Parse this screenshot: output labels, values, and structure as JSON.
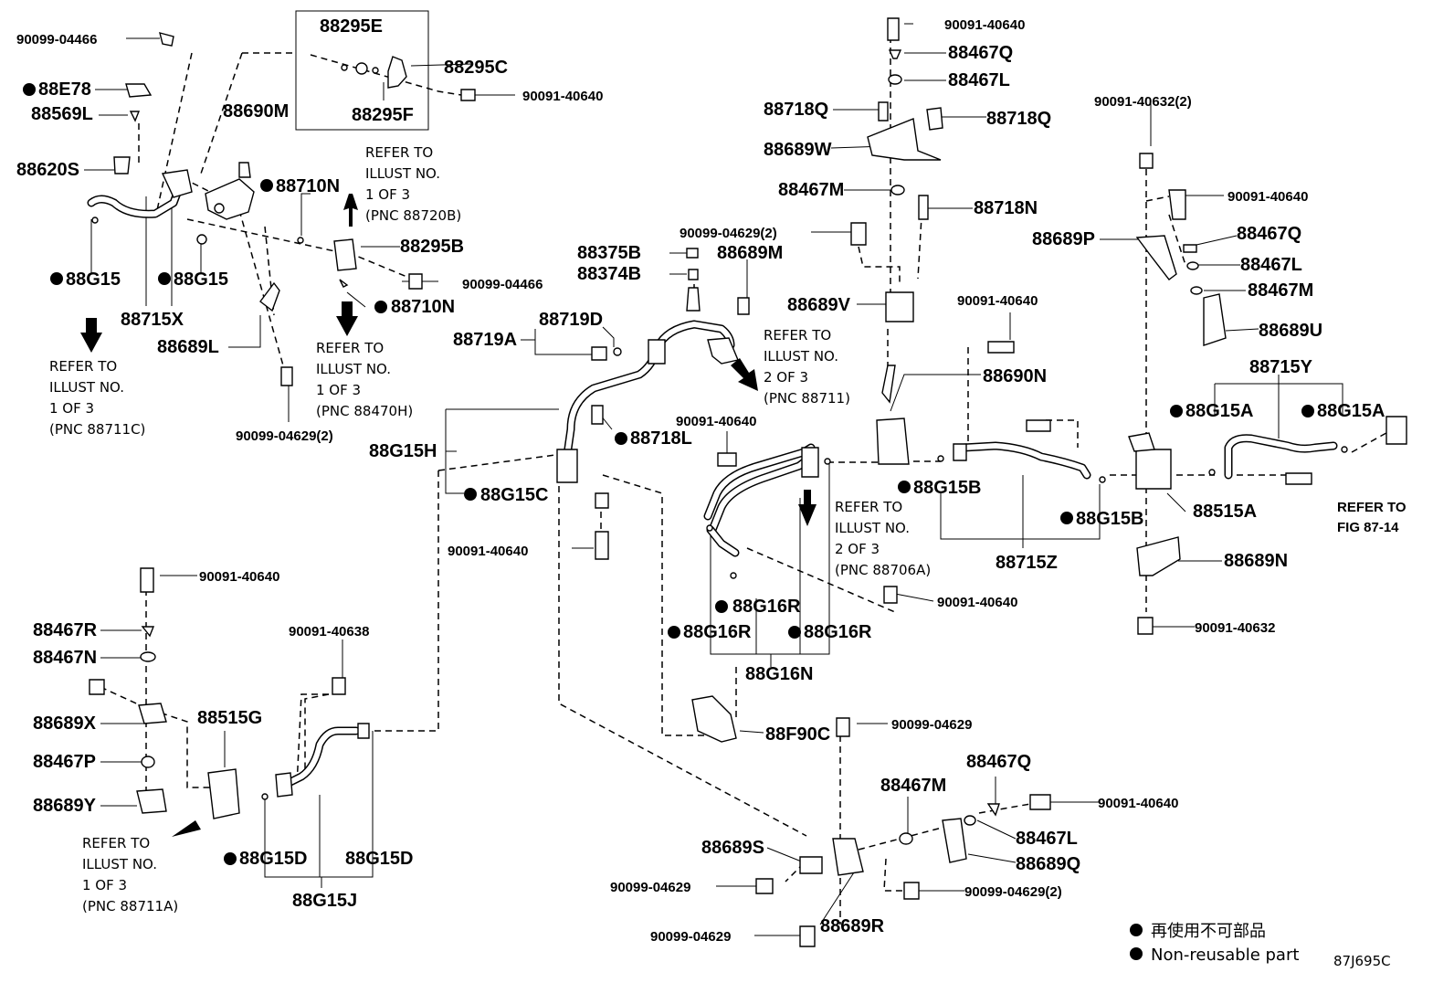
{
  "labels": {
    "l01": "90099-04466",
    "l02": "88295E",
    "l03": "88295C",
    "l04": "90091-40640",
    "l05": "88295F",
    "l06": "88E78",
    "l07": "88569L",
    "l08": "88690M",
    "l09": "88620S",
    "l10": "88710N",
    "l11": "88295B",
    "l12": "90099-04466",
    "l13": "88G15",
    "l14": "88G15",
    "l15": "88715X",
    "l16": "88710N",
    "l17": "88689L",
    "l18": "90099-04629(2)",
    "l19": "90091-40640",
    "l20": "88467Q",
    "l21": "88467L",
    "l22": "88718Q",
    "l23": "88718Q",
    "l24": "88689W",
    "l25": "88467M",
    "l26": "88718N",
    "l27": "90099-04629(2)",
    "l28": "88375B",
    "l29": "88374B",
    "l30": "88689M",
    "l31": "88689V",
    "l32": "88719D",
    "l33": "88719A",
    "l34": "90091-40640",
    "l35": "88690N",
    "l36": "90091-40632(2)",
    "l37": "90091-40640",
    "l38": "88689P",
    "l39": "88467Q",
    "l40": "88467L",
    "l41": "88467M",
    "l42": "88689U",
    "l43": "88715Y",
    "l44": "88G15A",
    "l45": "88G15A",
    "l46": "88G15H",
    "l47": "90091-40640",
    "l48": "88718L",
    "l49": "88G15C",
    "l50": "88G15B",
    "l51": "88515A",
    "l52": "88G15B",
    "l53": "88715Z",
    "l54": "88689N",
    "l55": "90091-40640",
    "l56": "90091-40640",
    "l57": "88G16R",
    "l58": "88G16R",
    "l59": "88G16R",
    "l60": "88G16N",
    "l61": "90091-40632",
    "l62": "90091-40640",
    "l63": "88467R",
    "l64": "88467N",
    "l65": "90091-40638",
    "l66": "88689X",
    "l67": "88515G",
    "l68": "88467P",
    "l69": "88689Y",
    "l70": "88F90C",
    "l71": "90099-04629",
    "l72": "88467Q",
    "l73": "88467M",
    "l74": "90091-40640",
    "l75": "88467L",
    "l76": "88689S",
    "l77": "88689Q",
    "l78": "90099-04629",
    "l79": "90099-04629(2)",
    "l80": "88G15D",
    "l81": "88G15D",
    "l82": "88G15J",
    "l83": "90099-04629",
    "l84": "88689R"
  },
  "refs": {
    "r1": [
      "REFER TO",
      "ILLUST NO.",
      "1 OF 3",
      "(PNC 88720B)"
    ],
    "r2": [
      "REFER TO",
      "ILLUST NO.",
      "1 OF 3",
      "(PNC 88711C)"
    ],
    "r3": [
      "REFER TO",
      "ILLUST NO.",
      "1 OF 3",
      "(PNC 88470H)"
    ],
    "r4": [
      "REFER TO",
      "ILLUST NO.",
      "2 OF 3",
      "(PNC 88711)"
    ],
    "r5": [
      "REFER TO",
      "ILLUST NO.",
      "2 OF 3",
      "(PNC 88706A)"
    ],
    "r6": [
      "REFER TO",
      "FIG 87-14"
    ],
    "r7": [
      "REFER TO",
      "ILLUST NO.",
      "1 OF 3",
      "(PNC 88711A)"
    ]
  },
  "legend": {
    "line1": "再使用不可部品",
    "line2": "Non-reusable part"
  },
  "figure_code": "87J695C"
}
